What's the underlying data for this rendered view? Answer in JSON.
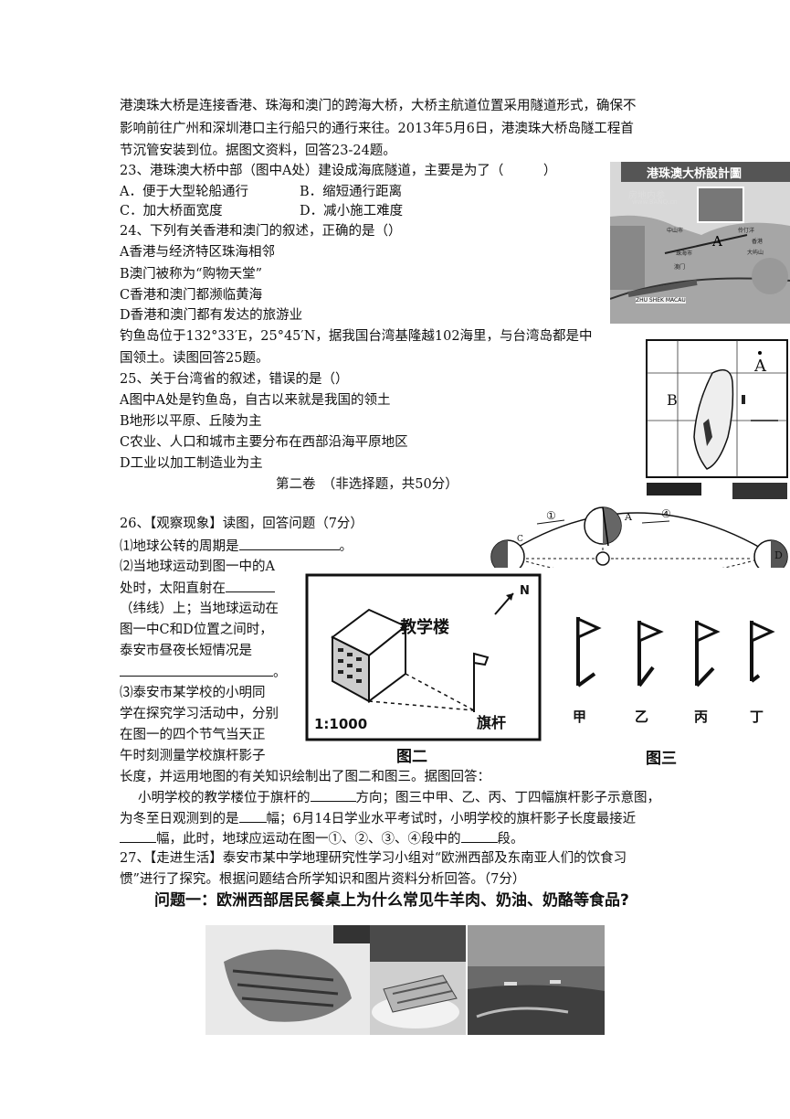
{
  "intro": {
    "l1": "港澳珠大桥是连接香港、珠海和澳门的跨海大桥，大桥主航道位置采用隧道形式，确保不",
    "l2": "影响前往广州和深圳港口主行船只的通行来往。2013年5月6日，港澳珠大桥岛隧工程首",
    "l3": "节沉管安装到位。据图文资料，回答23-24题。"
  },
  "q23": {
    "stem": "23、港珠澳大桥中部（图中A处）建设成海底隧道，主要是为了（　　　）",
    "opt_a": "A．便于大型轮船通行",
    "opt_b": "B．缩短通行距离",
    "opt_c": "C．加大桥面宽度",
    "opt_d": "D．减小施工难度"
  },
  "q24": {
    "stem": "24、下列有关香港和澳门的叙述，正确的是（）",
    "a": "A香港与经济特区珠海相邻",
    "b": "B澳门被称为“购物天堂”",
    "c": "C香港和澳门都濒临黄海",
    "d": "D香港和澳门都有发达的旅游业"
  },
  "diaoyu": {
    "l1": "钓鱼岛位于132°33′E，25°45′N，据我国台湾基隆越102海里，与台湾岛都是中",
    "l2": "国领土。读图回答25题。"
  },
  "q25": {
    "stem": "25、关于台湾省的叙述，错误的是（）",
    "a": "A图中A处是钓鱼岛，自古以来就是我国的领土",
    "b": "B地形以平原、丘陵为主",
    "c": "C农业、人口和城市主要分布在西部沿海平原地区",
    "d": "D工业以加工制造业为主"
  },
  "part2": "第二卷　（非选择题，共50分）",
  "q26": {
    "stem": "26、【观察现象】读图，回答问题（7分）",
    "p1a": "⑴地球公转的周期是",
    "p1b": "。",
    "p2_1": "⑵当地球运动到图一中的A",
    "p2_2a": "处时，太阳直射在",
    "p2_3": "（纬线）上；当地球运动在",
    "p2_4": "图一中C和D位置之间时，",
    "p2_5": "泰安市昼夜长短情况是",
    "p2_6b": "。",
    "p3_1": "⑶泰安市某学校的小明同",
    "p3_2": "学在探究学习活动中，分别",
    "p3_3": "在图一的四个节气当天正",
    "p3_4": "午时刻测量学校旗杆影子",
    "p3_5": "长度，并运用地图的有关知识绘制出了图二和图三。据图回答：",
    "p3_6a": "小明学校的教学楼位于旗杆的",
    "p3_6b": "方向；图三中甲、乙、丙、丁四幅旗杆影子示意图，",
    "p3_7a": "为冬至日观测到的是",
    "p3_7b": "幅；6月14日学业水平考试时，小明学校的旗杆影子长度最接近",
    "p3_8a": "幅，此时，地球应运动在图一①、②、③、④段中的",
    "p3_8b": "段。"
  },
  "q27": {
    "l1": "27、【走进生活】泰安市某中学地理研究性学习小组对“欧洲西部及东南亚人们的饮食习",
    "l2": "惯”进行了探究。根据问题结合所学知识和图片资料分析回答。（7分）",
    "banner": "问题一：欧洲西部居民餐桌上为什么常见牛羊肉、奶油、奶酪等食品?"
  },
  "fig_bridge": {
    "title": "港珠澳大桥設計圖",
    "watermark": "房地内参",
    "watermark_url": "www.BANQ.cn",
    "label_a": "A",
    "place_zhongshan": "中山市",
    "place_zhuhai": "珠海市",
    "place_aomen": "澳门",
    "place_xianggang": "香港",
    "place_dayushan": "大屿山",
    "place_linding": "伶仃洋",
    "sign": "ZHU SHEK MACAU"
  },
  "fig_taiwan": {
    "label_a": "A",
    "label_b": "B"
  },
  "fig_orbit": {
    "n1": "①",
    "n4": "④",
    "label_a": "A",
    "label_d": "D",
    "label_c": "C"
  },
  "fig_school": {
    "building": "教学楼",
    "flagpole": "旗杆",
    "north": "N",
    "scale": "1:1000",
    "caption": "图二"
  },
  "fig_shadow": {
    "jia": "甲",
    "yi": "乙",
    "bing": "丙",
    "ding": "丁",
    "caption": "图三"
  }
}
